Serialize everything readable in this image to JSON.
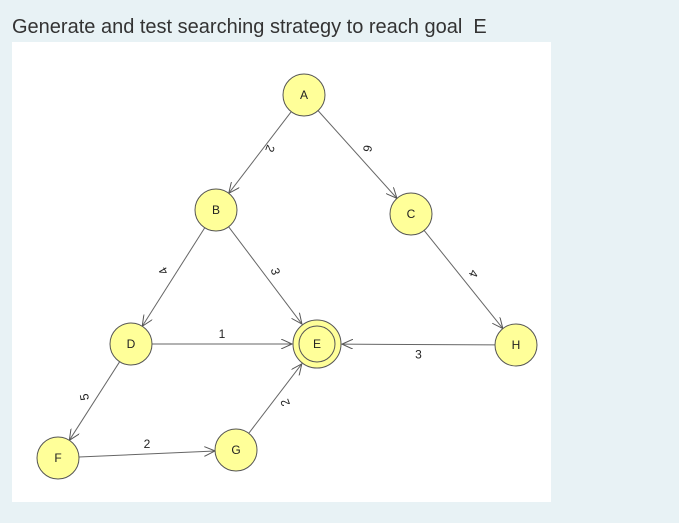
{
  "title": "Generate and test searching strategy to reach goal  E",
  "graph": {
    "nodes": [
      {
        "id": "A",
        "label": "A",
        "goal": false
      },
      {
        "id": "B",
        "label": "B",
        "goal": false
      },
      {
        "id": "C",
        "label": "C",
        "goal": false
      },
      {
        "id": "D",
        "label": "D",
        "goal": false
      },
      {
        "id": "E",
        "label": "E",
        "goal": true
      },
      {
        "id": "H",
        "label": "H",
        "goal": false
      },
      {
        "id": "F",
        "label": "F",
        "goal": false
      },
      {
        "id": "G",
        "label": "G",
        "goal": false
      }
    ],
    "edges": [
      {
        "from": "A",
        "to": "B",
        "weight": "2"
      },
      {
        "from": "A",
        "to": "C",
        "weight": "6"
      },
      {
        "from": "B",
        "to": "D",
        "weight": "4"
      },
      {
        "from": "B",
        "to": "E",
        "weight": "3"
      },
      {
        "from": "C",
        "to": "H",
        "weight": "4"
      },
      {
        "from": "D",
        "to": "E",
        "weight": "1"
      },
      {
        "from": "H",
        "to": "E",
        "weight": "3"
      },
      {
        "from": "D",
        "to": "F",
        "weight": "5"
      },
      {
        "from": "F",
        "to": "G",
        "weight": "2"
      },
      {
        "from": "G",
        "to": "E",
        "weight": "2"
      }
    ],
    "colors": {
      "node_fill": "#ffff99",
      "node_stroke": "#555555",
      "edge": "#666666",
      "background": "#e8f2f5",
      "panel": "#ffffff"
    }
  }
}
